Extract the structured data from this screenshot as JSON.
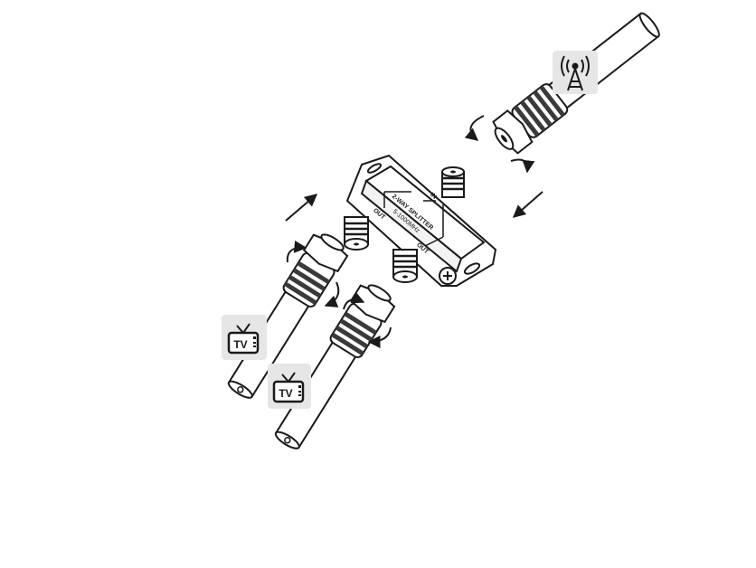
{
  "splitter": {
    "model": "2-WAY SPLITTER",
    "freq": "5-1000MHz",
    "in_label": "IN",
    "out_left_label": "OUT",
    "out_right_label": "OUT"
  },
  "badges": {
    "tv_1_text": "TV",
    "tv_2_text": "TV",
    "antenna_icon": "antenna-tower-icon",
    "tv_icon": "tv-icon"
  },
  "colors": {
    "line": "#1a1a1a",
    "badge_bg": "#e6e6e6",
    "body_fill": "#ffffff"
  }
}
